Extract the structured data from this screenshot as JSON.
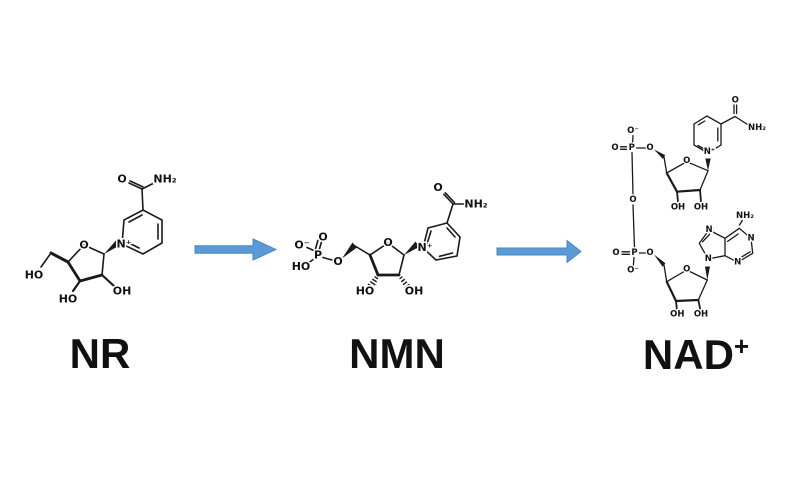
{
  "title": "NR to NMN to NAD+ conversion pathway",
  "colors": {
    "background": "#ffffff",
    "bond": "#1a1a1a",
    "arrow_fill": "#5b9bd5",
    "arrow_stroke": "#4a86c0"
  },
  "molecules": {
    "nr": {
      "label": "NR",
      "atoms": {
        "carbonyl_o": "O",
        "amide_nh2": "NH₂",
        "ring_n_plus": "N⁺",
        "ribose_o": "O",
        "ho_5prime": "HO",
        "ho_3prime": "HO",
        "oh_2prime": "OH"
      }
    },
    "nmn": {
      "label": "NMN",
      "atoms": {
        "phosphate_o_minus": "O⁻",
        "phosphate_dbl_o": "O",
        "phosphate_p": "P",
        "phosphate_ho": "HO",
        "bridge_o": "O",
        "ribose_o": "O",
        "ring_n_plus": "N⁺",
        "carbonyl_o": "O",
        "amide_nh2": "NH₂",
        "ho_3prime": "HO",
        "oh_2prime": "OH"
      }
    },
    "nad": {
      "label": "NAD",
      "label_sup": "+",
      "atoms_top": {
        "phosphate_o_minus": "O⁻",
        "phosphate_dbl_o": "O",
        "phosphate_p": "P",
        "bridge_o": "O",
        "ribose_o": "O",
        "ring_n_plus": "N⁺",
        "carbonyl_o": "O",
        "amide_nh2": "NH₂",
        "oh_3prime": "OH",
        "oh_2prime": "OH"
      },
      "atoms_mid": {
        "bridge_o": "O"
      },
      "atoms_bottom": {
        "phosphate_dbl_o": "O",
        "phosphate_p": "P",
        "phosphate_o_minus": "O⁻",
        "bridge_o": "O",
        "ribose_o": "O",
        "adenine_n9": "N",
        "adenine_n7": "N",
        "adenine_n1": "N",
        "adenine_n3": "N",
        "amine_nh2": "NH₂",
        "oh_3prime": "OH",
        "oh_2prime": "OH"
      }
    }
  }
}
